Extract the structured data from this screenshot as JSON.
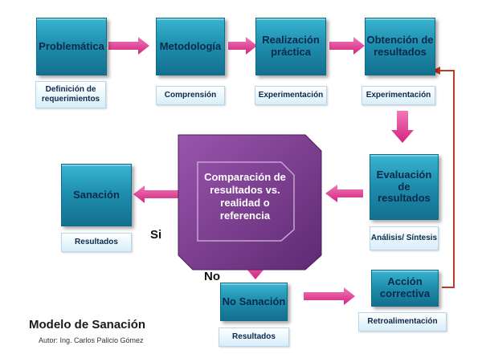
{
  "boxes": {
    "problematica": "Problemática",
    "metodologia": "Metodología",
    "realizacion": "Realización práctica",
    "obtencion": "Obtención de resultados",
    "evaluacion": "Evaluación de resultados",
    "comparacion": "Comparación de resultados vs. realidad o referencia",
    "sanacion": "Sanación",
    "no_sanacion": "No Sanación",
    "accion": "Acción correctiva"
  },
  "labels": {
    "definicion": "Definición de requerimientos",
    "comprension": "Comprensión",
    "experimentacion_1": "Experimentación",
    "experimentacion_2": "Experimentación",
    "analisis": "Análisis/ Síntesis",
    "resultados_sanacion": "Resultados",
    "resultados_no_sanacion": "Resultados",
    "retroalimentacion": "Retroalimentación"
  },
  "decisions": {
    "si": "Si",
    "no": "No"
  },
  "footer": {
    "title": "Modelo de Sanación",
    "author": "Autor: Ing. Carlos Palicio Gómez"
  },
  "colors": {
    "box": "#1f8fb0",
    "arrow": "#e0328e",
    "center": "#7a3a8c",
    "feedback_line": "#c0392b"
  }
}
